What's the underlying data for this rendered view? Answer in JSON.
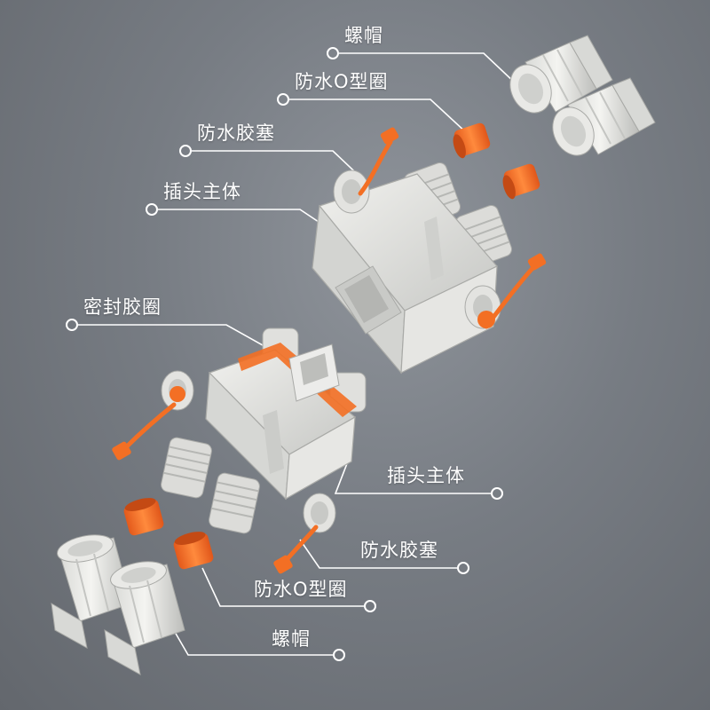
{
  "colors": {
    "body": "#e4e4e1",
    "body_shade": "#c9c9c6",
    "body_dark": "#a9aaa7",
    "orange": "#f36f24",
    "leader": "#ffffff"
  },
  "labels": {
    "nut_top": "螺帽",
    "oring_top": "防水O型圈",
    "plug_top": "防水胶塞",
    "body_top": "插头主体",
    "seal_ring": "密封胶圈",
    "body_bottom": "插头主体",
    "plug_bottom": "防水胶塞",
    "oring_bottom": "防水O型圈",
    "nut_bottom": "螺帽"
  }
}
